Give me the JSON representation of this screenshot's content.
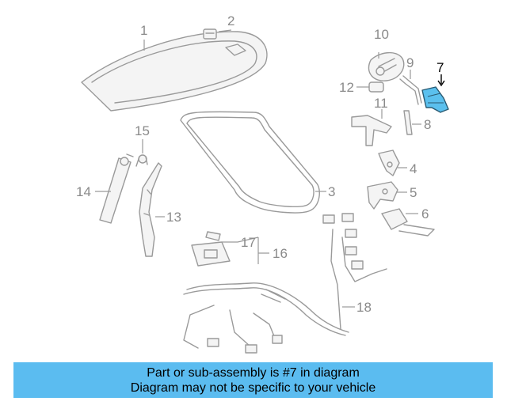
{
  "diagram": {
    "callouts": {
      "c1": "1",
      "c2": "2",
      "c3": "3",
      "c4": "4",
      "c5": "5",
      "c6": "6",
      "c7": "7",
      "c8": "8",
      "c9": "9",
      "c10": "10",
      "c11": "11",
      "c12": "12",
      "c13": "13",
      "c14": "14",
      "c15": "15",
      "c16": "16",
      "c17": "17",
      "c18": "18"
    },
    "highlighted_part": "7",
    "highlight_color": "#5bc0ee",
    "line_color": "#9a9a9a"
  },
  "banner": {
    "line1": "Part or sub-assembly is #7 in diagram",
    "line2": "Diagram may not be specific to your vehicle",
    "background": "#5bbcf0"
  }
}
